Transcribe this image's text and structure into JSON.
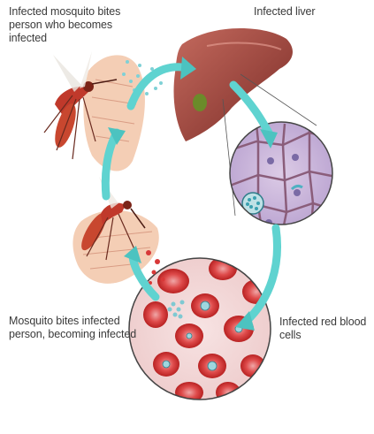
{
  "labels": {
    "mosquito_bites_person_who_becomes_infected": "Infected mosquito bites person who becomes infected",
    "infected_liver": "Infected liver",
    "mosquito_bites_infected_person": "Mosquito bites infected person, becoming infected",
    "infected_red_blood_cells": "Infected red blood cells"
  },
  "icons": [
    "mosquito-icon",
    "skin-icon",
    "liver-icon",
    "liver-cells-icon",
    "red-blood-cells-icon",
    "cycle-arrow-icon"
  ],
  "colors": {
    "arrow": "#5fd3d0",
    "liver": "#9a3f35",
    "blood_cell": "#d83838",
    "skin": "#f2c6a8"
  }
}
